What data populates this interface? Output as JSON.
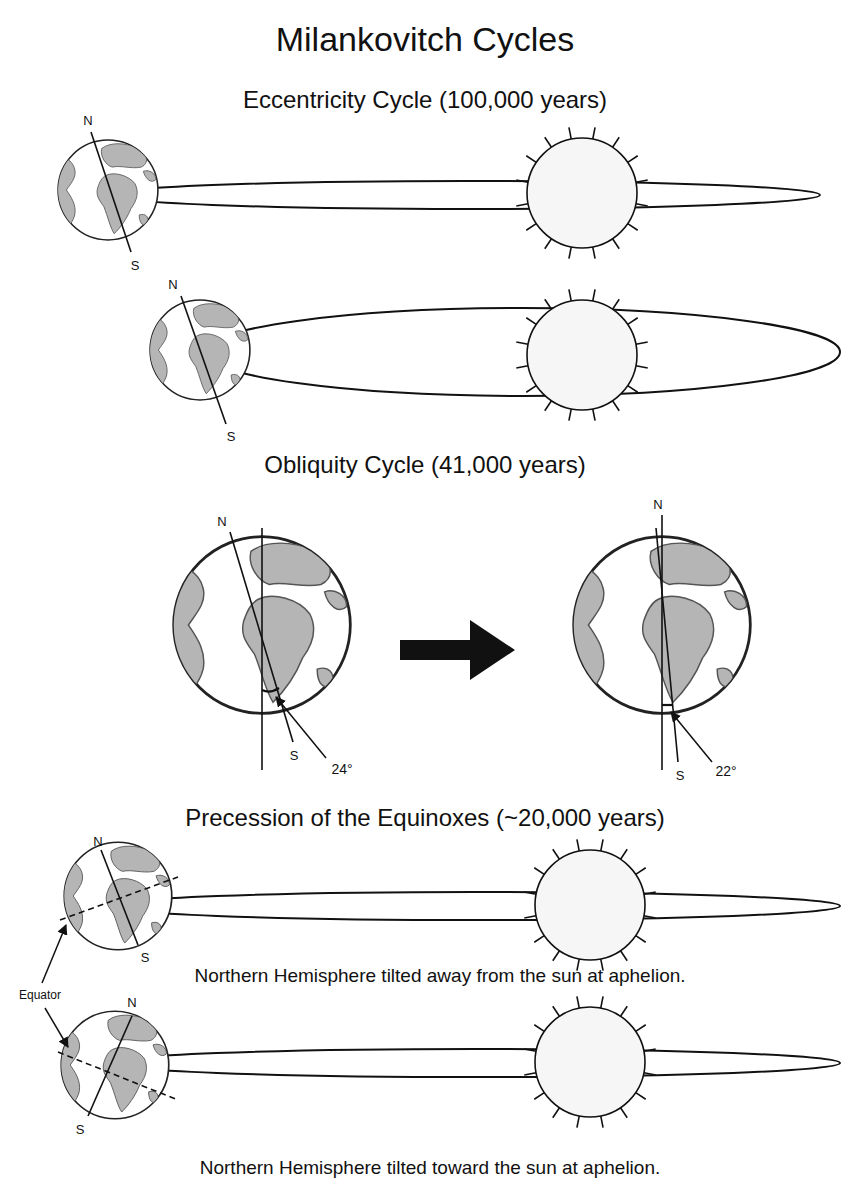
{
  "diagram": {
    "title": "Milankovitch Cycles",
    "labels": [
      "Eccentricity Cycle (100,000 years)",
      "N",
      "S",
      "N",
      "S",
      "Obliquity Cycle (41,000 years)",
      "N",
      "S",
      "24°",
      "N",
      "S",
      "22°",
      "Precession of the Equinoxes (~20,000 years)",
      "N",
      "S",
      "Equator",
      "Northern Hemisphere tilted away from the sun at aphelion.",
      "N",
      "S",
      "Northern Hemisphere tilted toward the sun at aphelion."
    ]
  }
}
